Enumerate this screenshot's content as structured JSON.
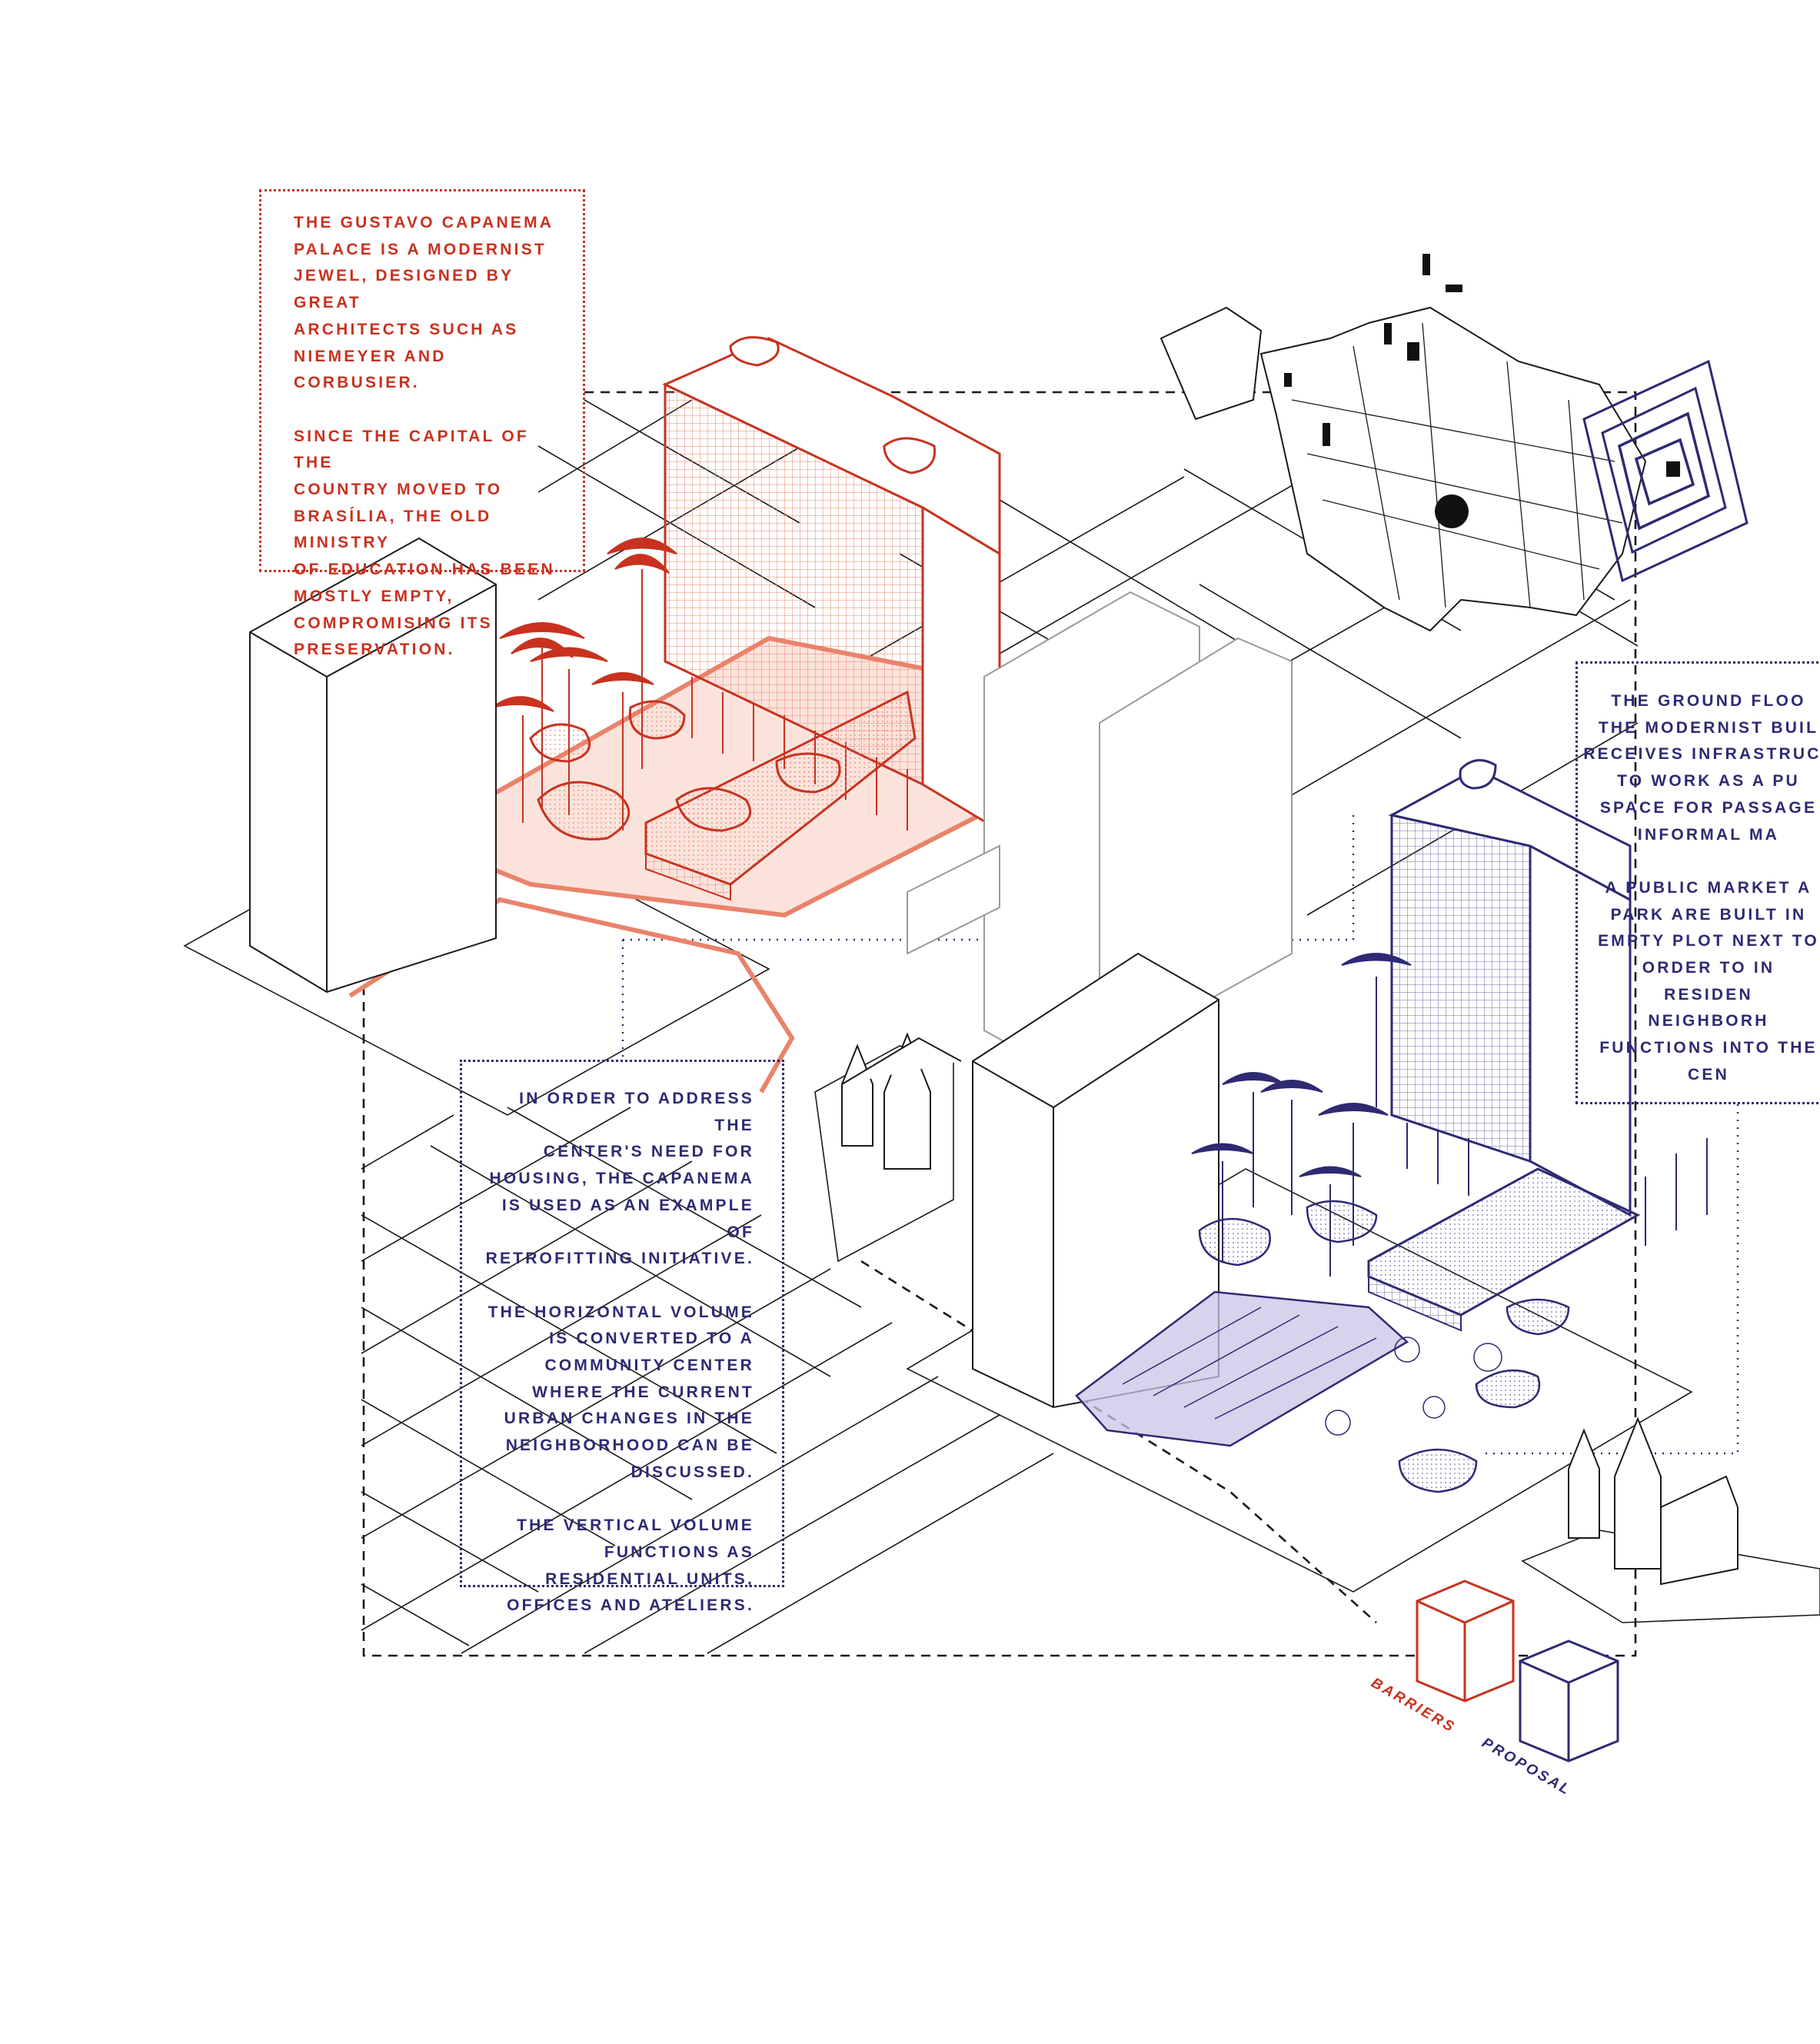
{
  "colors": {
    "barriers": "#c8321f",
    "barriers_light": "#e9836b",
    "proposal": "#2e2a73",
    "proposal_fill": "#c9c4e6",
    "line": "#1a1a1a",
    "grey": "#9a9a9a"
  },
  "notes": {
    "existing": {
      "paragraphs": [
        "THE GUSTAVO CAPANEMA\nPALACE IS A MODERNIST\nJEWEL, DESIGNED BY GREAT\nARCHITECTS SUCH AS\nNIEMEYER AND CORBUSIER.",
        "SINCE THE CAPITAL OF THE\nCOUNTRY MOVED TO\nBRASÍLIA, THE OLD MINISTRY\nOF EDUCATION HAS BEEN\nMOSTLY EMPTY,\nCOMPROMISING ITS\nPRESERVATION."
      ]
    },
    "retrofit": {
      "paragraphs": [
        "IN ORDER TO ADDRESS THE\nCENTER'S NEED FOR\nHOUSING, THE CAPANEMA\nIS USED AS AN EXAMPLE OF\nRETROFITTING INITIATIVE.",
        "THE HORIZONTAL VOLUME\nIS CONVERTED TO A\nCOMMUNITY CENTER\nWHERE THE CURRENT\nURBAN CHANGES IN THE\nNEIGHBORHOOD CAN BE\nDISCUSSED.",
        "THE VERTICAL VOLUME\nFUNCTIONS AS\nRESIDENTIAL UNITS,\nOFFICES AND ATELIERS."
      ]
    },
    "ground_floor": {
      "paragraphs": [
        "THE GROUND FLOO\nTHE MODERNIST BUIL\nRECEIVES INFRASTRUCT\nTO WORK AS A PU\nSPACE FOR PASSAGE\nINFORMAL MA",
        "A PUBLIC MARKET A\nPARK ARE BUILT IN\nEMPTY PLOT NEXT TO\nORDER TO IN\nRESIDEN\nNEIGHBORH\nFUNCTIONS INTO THE\nCEN"
      ]
    }
  },
  "legend": {
    "barriers_label": "BARRIERS",
    "proposal_label": "PROPOSAL"
  }
}
